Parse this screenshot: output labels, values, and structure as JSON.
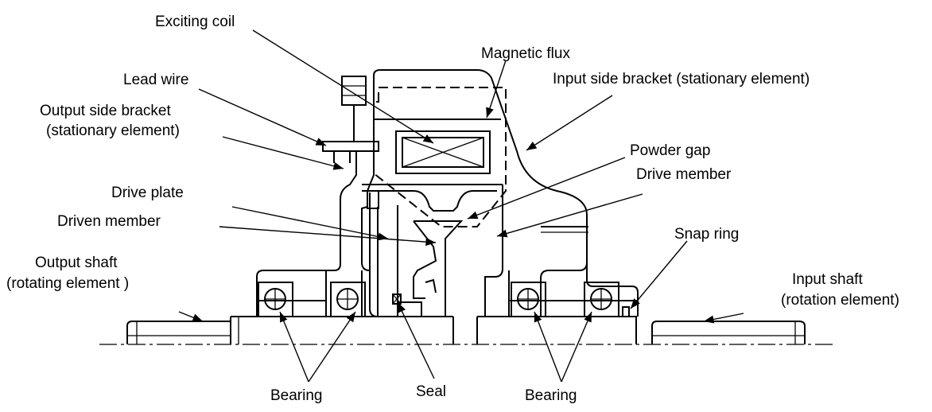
{
  "labels": {
    "exciting_coil": "Exciting coil",
    "magnetic_flux": "Magnetic flux",
    "lead_wire": "Lead wire",
    "input_side_bracket": "Input side bracket (stationary element)",
    "output_side_bracket_1": "Output side bracket",
    "output_side_bracket_2": "(stationary element)",
    "powder_gap": "Powder gap",
    "drive_member": "Drive member",
    "drive_plate": "Drive plate",
    "driven_member": "Driven member",
    "snap_ring": "Snap ring",
    "output_shaft_1": "Output shaft",
    "output_shaft_2": "(rotating element )",
    "input_shaft_1": "Input shaft",
    "input_shaft_2": "(rotation element)",
    "bearing_left": "Bearing",
    "seal": "Seal",
    "bearing_right": "Bearing"
  }
}
